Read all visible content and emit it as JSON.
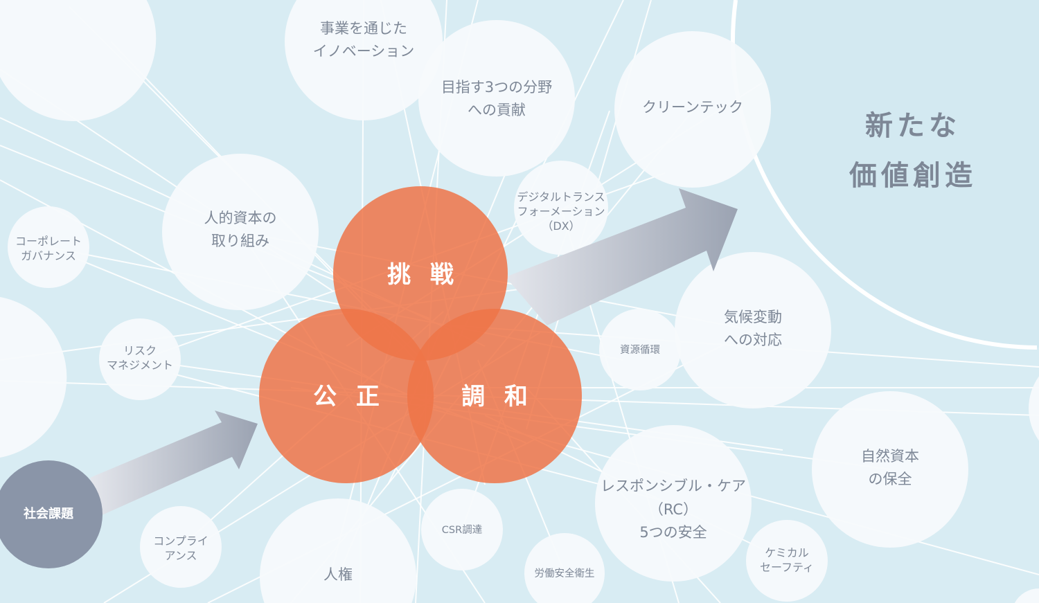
{
  "headline": [
    "新たな",
    "価値創造"
  ],
  "core_values": {
    "challenge": "挑 戦",
    "fairness": "公 正",
    "harmony": "調 和"
  },
  "origin": "社会課題",
  "topics": {
    "innovation": [
      "事業を通じた",
      "イノベーション"
    ],
    "three_fields": [
      "目指す3つの分野",
      "への貢献"
    ],
    "cleantech": [
      "クリーンテック"
    ],
    "dx": [
      "デジタルトランス",
      "フォーメーション",
      "（DX）"
    ],
    "human_capital": [
      "人的資本の",
      "取り組み"
    ],
    "governance": [
      "コーポレート",
      "ガバナンス"
    ],
    "risk": [
      "リスク",
      "マネジメント"
    ],
    "climate": [
      "気候変動",
      "への対応"
    ],
    "resources": [
      "資源循環"
    ],
    "natural_capital": [
      "自然資本",
      "の保全"
    ],
    "responsible_care": [
      "レスポンシブル・ケア",
      "（RC）",
      "5つの安全"
    ],
    "chemical_safety": [
      "ケミカル",
      "セーフティ"
    ],
    "labor_safety": [
      "労働安全衛生"
    ],
    "csr_procurement": [
      "CSR調達"
    ],
    "human_rights": [
      "人権"
    ],
    "compliance": [
      "コンプライ",
      "アンス"
    ]
  },
  "colors": {
    "background": "#d8ecf3",
    "core": "#ef8258",
    "overlap": "#e8553a",
    "text": "#7d8796",
    "origin": "#8a95a8"
  }
}
